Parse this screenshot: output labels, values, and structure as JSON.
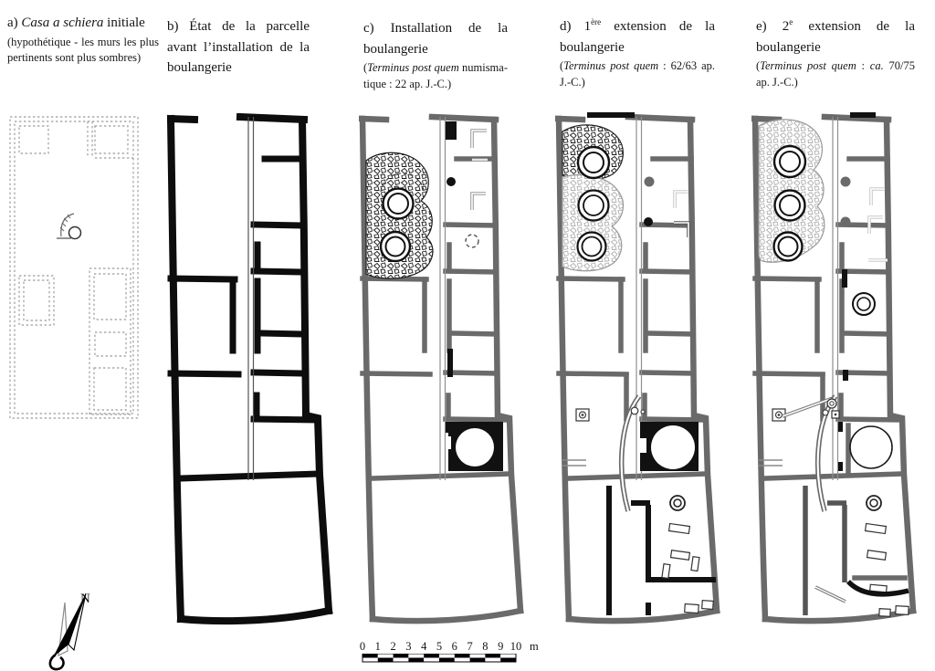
{
  "figure": {
    "panels": [
      {
        "id": "a",
        "title": [
          {
            "t": "a) "
          },
          {
            "t": "Casa a schiera",
            "i": true
          },
          {
            "t": " initiale"
          }
        ],
        "caption": [
          {
            "t": "(hypothétique - les murs les plus pertinents sont plus sombres)"
          }
        ]
      },
      {
        "id": "b",
        "title": [
          {
            "t": "b) État de la parcelle avant l’installation de la boulangerie"
          }
        ],
        "caption": []
      },
      {
        "id": "c",
        "title": [
          {
            "t": "c) Installation de la boulangerie"
          }
        ],
        "caption": [
          {
            "t": "("
          },
          {
            "t": "Terminus post quem",
            "i": true
          },
          {
            "t": " numisma-tique : 22 ap. J.-C.)"
          }
        ]
      },
      {
        "id": "d",
        "title": [
          {
            "t": "d) 1"
          },
          {
            "t": "ère",
            "sup": true
          },
          {
            "t": " extension de la boulangerie"
          }
        ],
        "caption": [
          {
            "t": "("
          },
          {
            "t": "Terminus post quem",
            "i": true
          },
          {
            "t": " : 62/63 ap. J.-C.)"
          }
        ]
      },
      {
        "id": "e",
        "title": [
          {
            "t": "e) 2"
          },
          {
            "t": "e",
            "sup": true
          },
          {
            "t": " extension de la boulangerie"
          }
        ],
        "caption": [
          {
            "t": "("
          },
          {
            "t": "Terminus post quem",
            "i": true
          },
          {
            "t": " : "
          },
          {
            "t": "ca.",
            "i": true
          },
          {
            "t": " 70/75 ap. J.-C.)"
          }
        ]
      }
    ],
    "north": {
      "label": "N"
    },
    "scalebar": {
      "ticks": [
        "0",
        "1",
        "2",
        "3",
        "4",
        "5",
        "6",
        "7",
        "8",
        "9",
        "10"
      ],
      "unit": "m"
    },
    "colors": {
      "wall_initial": "#0d0d0d",
      "wall_existing": "#6a6a6a",
      "feature_black": "#111111",
      "pebble_light": "#b0b0b0"
    }
  }
}
